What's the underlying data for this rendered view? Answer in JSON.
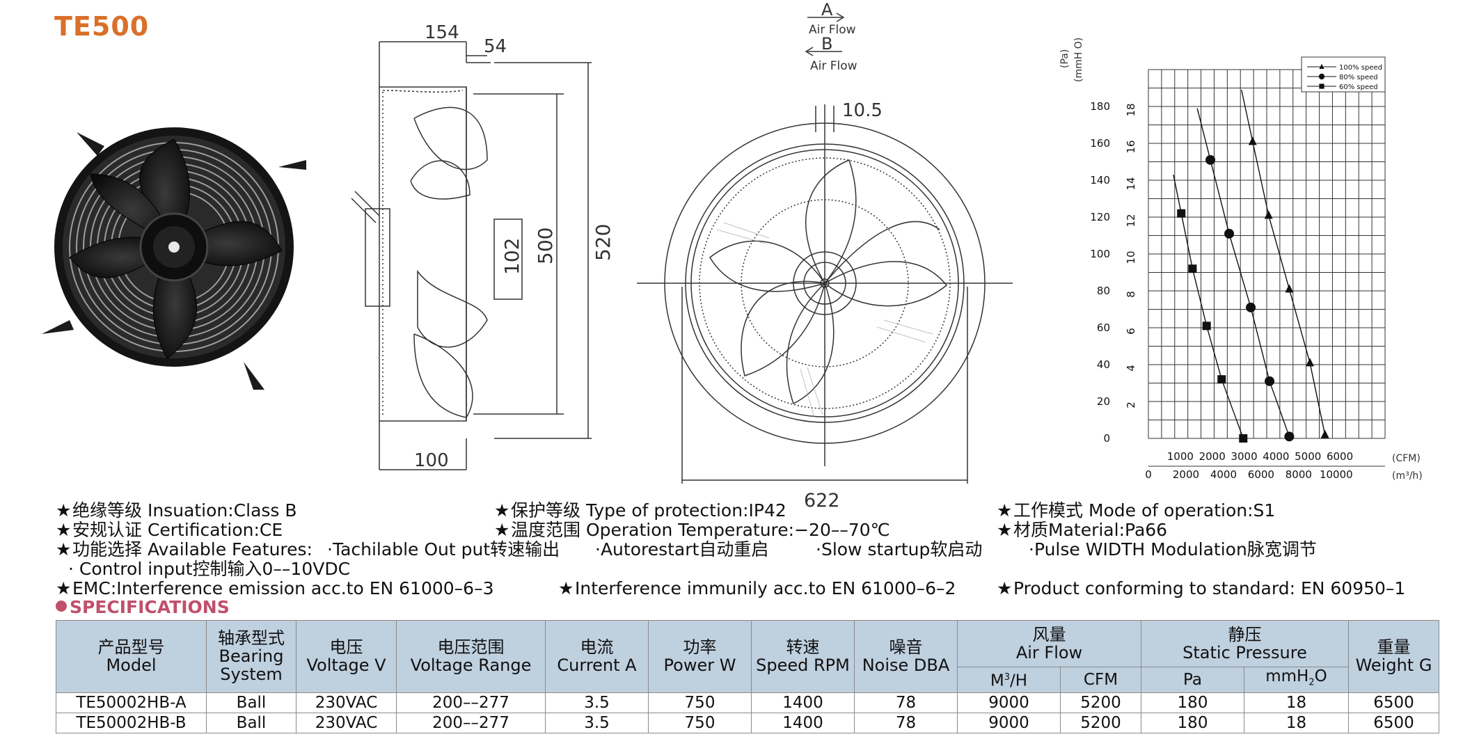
{
  "title": "TE500",
  "drawing": {
    "dims_side": [
      "154",
      "54",
      "102",
      "500",
      "520",
      "100"
    ],
    "dims_front": [
      "10.5",
      "622"
    ],
    "airflow": {
      "a": "A",
      "b": "B",
      "label": "Air  Flow"
    }
  },
  "chart_data": {
    "type": "line",
    "xlabel": "(CFM)",
    "x2label": "(m³/h)",
    "ylabel_pa": "(Pa)",
    "ylabel_mmh2o": "(mmH O)",
    "x_ticks_cfm": [
      "1000",
      "2000",
      "3000",
      "4000",
      "5000",
      "6000"
    ],
    "x_ticks_m3h": [
      "0",
      "2000",
      "4000",
      "6000",
      "8000",
      "10000"
    ],
    "y_ticks_pa": [
      "0",
      "20",
      "40",
      "60",
      "80",
      "100",
      "120",
      "140",
      "160",
      "180"
    ],
    "y_ticks_mmh2o": [
      "2",
      "4",
      "6",
      "8",
      "10",
      "12",
      "14",
      "16",
      "18"
    ],
    "xlim_m3h": [
      0,
      12600
    ],
    "ylim_pa": [
      0,
      200
    ],
    "legend_position": "top-right",
    "series": [
      {
        "name": "100% speed",
        "marker": "triangle",
        "x": [
          5550,
          6400,
          7500,
          8600,
          9400
        ],
        "y": [
          161,
          121,
          81,
          41,
          2
        ]
      },
      {
        "name": "80% speed",
        "marker": "circle",
        "x": [
          3300,
          4300,
          5450,
          6450,
          7500
        ],
        "y": [
          151,
          111,
          71,
          31,
          1
        ]
      },
      {
        "name": "60% speed",
        "marker": "square",
        "x": [
          1750,
          2350,
          3100,
          3900,
          5050
        ],
        "y": [
          122,
          92,
          61,
          32,
          0
        ]
      }
    ]
  },
  "features": {
    "row1": [
      "绝缘等级 Insuation:Class B",
      "保护等级 Type of protection:IP42",
      "工作模式 Mode of operation:S1"
    ],
    "row2": [
      "安规认证 Certification:CE",
      "温度范围 Operation Temperature:−20––70℃",
      "材质Material:Pa66"
    ],
    "row3_lead": "功能选择 Available Features:",
    "row3_items": [
      "·Tachilable Out put转速输出",
      "·Autorestart自动重启",
      "·Slow startup软启动",
      "·Pulse WIDTH Modulation脉宽调节"
    ],
    "row4": "· Control input控制输入0––10VDC",
    "row5": [
      "EMC:Interference emission acc.to EN 61000–6–3",
      "Interference immunily acc.to EN 61000–6–2",
      "Product conforming to standard: EN 60950–1"
    ]
  },
  "specs": {
    "heading": "SPECIFICATIONS",
    "headers": {
      "model": [
        "产品型号",
        "Model"
      ],
      "bearing": [
        "轴承型式",
        "Bearing",
        "System"
      ],
      "voltage": [
        "电压",
        "Voltage V"
      ],
      "voltage_range": [
        "电压范围",
        "Voltage Range"
      ],
      "current": [
        "电流",
        "Current A"
      ],
      "power": [
        "功率",
        "Power W"
      ],
      "speed": [
        "转速",
        "Speed RPM"
      ],
      "noise": [
        "噪音",
        "Noise DBA"
      ],
      "airflow": [
        "风量",
        "Air Flow"
      ],
      "pressure": [
        "静压",
        "Static Pressure"
      ],
      "weight": [
        "重量",
        "Weight G"
      ],
      "sub_m3h": "M",
      "sub_m3h_sup": "3",
      "sub_m3h_tail": "/H",
      "sub_cfm": "CFM",
      "sub_pa": "Pa",
      "sub_mmh": "mmH",
      "sub_mmh_sub": "2",
      "sub_mmh_tail": "O"
    },
    "rows": [
      [
        "TE50002HB-A",
        "Ball",
        "230VAC",
        "200––277",
        "3.5",
        "750",
        "1400",
        "78",
        "9000",
        "5200",
        "180",
        "18",
        "6500"
      ],
      [
        "TE50002HB-B",
        "Ball",
        "230VAC",
        "200––277",
        "3.5",
        "750",
        "1400",
        "78",
        "9000",
        "5200",
        "180",
        "18",
        "6500"
      ]
    ]
  }
}
